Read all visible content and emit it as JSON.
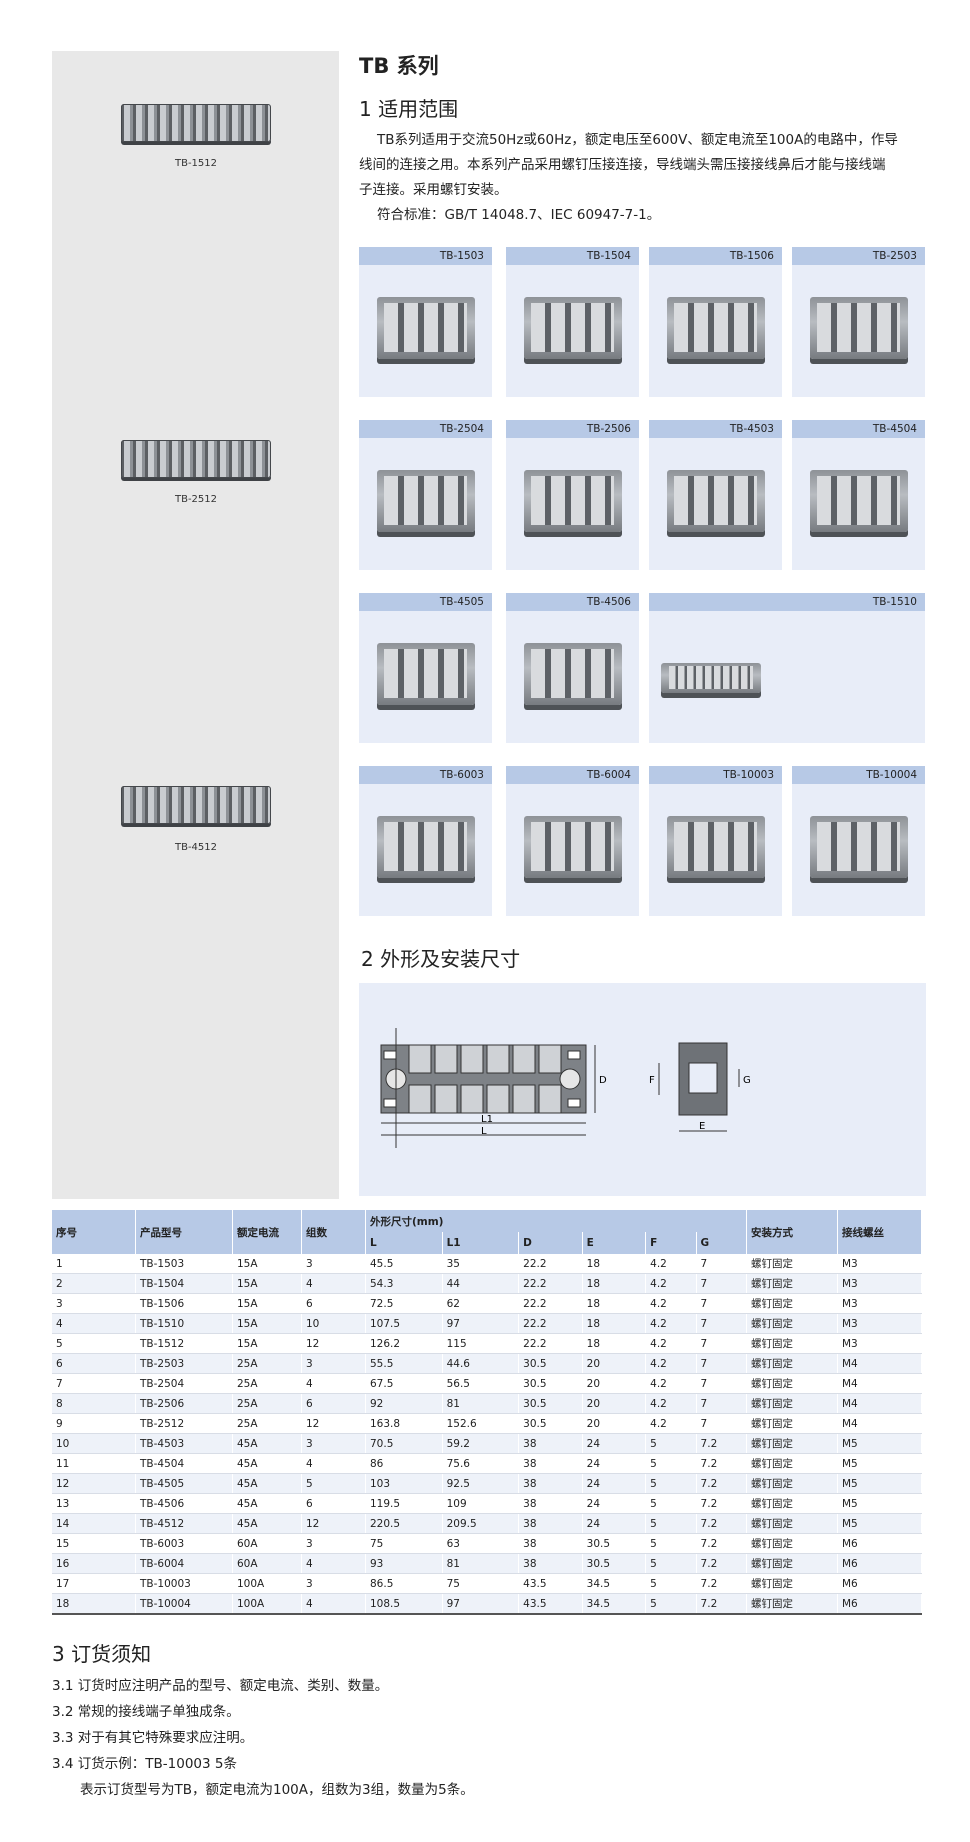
{
  "left_products": [
    "TB-1512",
    "TB-2512",
    "TB-4512"
  ],
  "title": "TB 系列",
  "section1": {
    "heading": "1 适用范围",
    "lines": [
      "TB系列适用于交流50Hz或60Hz，额定电压至600V、额定电流至100A的电路中，作导",
      "线间的连接之用。本系列产品采用螺钉压接连接，导线端头需压接接线鼻后才能与接线端",
      "子连接。采用螺钉安装。"
    ],
    "standard": "符合标准：GB/T 14048.7、IEC 60947-7-1。"
  },
  "products": [
    "TB-1503",
    "TB-1504",
    "TB-1506",
    "TB-2503",
    "TB-2504",
    "TB-2506",
    "TB-4503",
    "TB-4504",
    "TB-4505",
    "TB-4506",
    "TB-1510",
    "TB-6003",
    "TB-6004",
    "TB-10003",
    "TB-10004"
  ],
  "section2": {
    "heading": "2 外形及安装尺寸",
    "labels": {
      "L1": "L1",
      "L": "L",
      "D": "D",
      "E": "E",
      "F": "F",
      "G": "G"
    }
  },
  "table": {
    "headers": {
      "no": "序号",
      "model": "产品型号",
      "current": "额定电流",
      "groups": "组数",
      "dims": "外形尺寸(mm)",
      "L": "L",
      "L1": "L1",
      "D": "D",
      "E": "E",
      "F": "F",
      "G": "G",
      "mount": "安装方式",
      "screw": "接线螺丝"
    },
    "rows": [
      [
        "1",
        "TB-1503",
        "15A",
        "3",
        "45.5",
        "35",
        "22.2",
        "18",
        "4.2",
        "7",
        "螺钉固定",
        "M3"
      ],
      [
        "2",
        "TB-1504",
        "15A",
        "4",
        "54.3",
        "44",
        "22.2",
        "18",
        "4.2",
        "7",
        "螺钉固定",
        "M3"
      ],
      [
        "3",
        "TB-1506",
        "15A",
        "6",
        "72.5",
        "62",
        "22.2",
        "18",
        "4.2",
        "7",
        "螺钉固定",
        "M3"
      ],
      [
        "4",
        "TB-1510",
        "15A",
        "10",
        "107.5",
        "97",
        "22.2",
        "18",
        "4.2",
        "7",
        "螺钉固定",
        "M3"
      ],
      [
        "5",
        "TB-1512",
        "15A",
        "12",
        "126.2",
        "115",
        "22.2",
        "18",
        "4.2",
        "7",
        "螺钉固定",
        "M3"
      ],
      [
        "6",
        "TB-2503",
        "25A",
        "3",
        "55.5",
        "44.6",
        "30.5",
        "20",
        "4.2",
        "7",
        "螺钉固定",
        "M4"
      ],
      [
        "7",
        "TB-2504",
        "25A",
        "4",
        "67.5",
        "56.5",
        "30.5",
        "20",
        "4.2",
        "7",
        "螺钉固定",
        "M4"
      ],
      [
        "8",
        "TB-2506",
        "25A",
        "6",
        "92",
        "81",
        "30.5",
        "20",
        "4.2",
        "7",
        "螺钉固定",
        "M4"
      ],
      [
        "9",
        "TB-2512",
        "25A",
        "12",
        "163.8",
        "152.6",
        "30.5",
        "20",
        "4.2",
        "7",
        "螺钉固定",
        "M4"
      ],
      [
        "10",
        "TB-4503",
        "45A",
        "3",
        "70.5",
        "59.2",
        "38",
        "24",
        "5",
        "7.2",
        "螺钉固定",
        "M5"
      ],
      [
        "11",
        "TB-4504",
        "45A",
        "4",
        "86",
        "75.6",
        "38",
        "24",
        "5",
        "7.2",
        "螺钉固定",
        "M5"
      ],
      [
        "12",
        "TB-4505",
        "45A",
        "5",
        "103",
        "92.5",
        "38",
        "24",
        "5",
        "7.2",
        "螺钉固定",
        "M5"
      ],
      [
        "13",
        "TB-4506",
        "45A",
        "6",
        "119.5",
        "109",
        "38",
        "24",
        "5",
        "7.2",
        "螺钉固定",
        "M5"
      ],
      [
        "14",
        "TB-4512",
        "45A",
        "12",
        "220.5",
        "209.5",
        "38",
        "24",
        "5",
        "7.2",
        "螺钉固定",
        "M5"
      ],
      [
        "15",
        "TB-6003",
        "60A",
        "3",
        "75",
        "63",
        "38",
        "30.5",
        "5",
        "7.2",
        "螺钉固定",
        "M6"
      ],
      [
        "16",
        "TB-6004",
        "60A",
        "4",
        "93",
        "81",
        "38",
        "30.5",
        "5",
        "7.2",
        "螺钉固定",
        "M6"
      ],
      [
        "17",
        "TB-10003",
        "100A",
        "3",
        "86.5",
        "75",
        "43.5",
        "34.5",
        "5",
        "7.2",
        "螺钉固定",
        "M6"
      ],
      [
        "18",
        "TB-10004",
        "100A",
        "4",
        "108.5",
        "97",
        "43.5",
        "34.5",
        "5",
        "7.2",
        "螺钉固定",
        "M6"
      ]
    ]
  },
  "section3": {
    "heading": "3 订货须知",
    "items": [
      "3.1 订货时应注明产品的型号、额定电流、类别、数量。",
      "3.2 常规的接线端子单独成条。",
      "3.3 对于有其它特殊要求应注明。",
      "3.4 订货示例：TB-10003   5条"
    ],
    "note": "表示订货型号为TB，额定电流为100A，组数为3组，数量为5条。"
  }
}
